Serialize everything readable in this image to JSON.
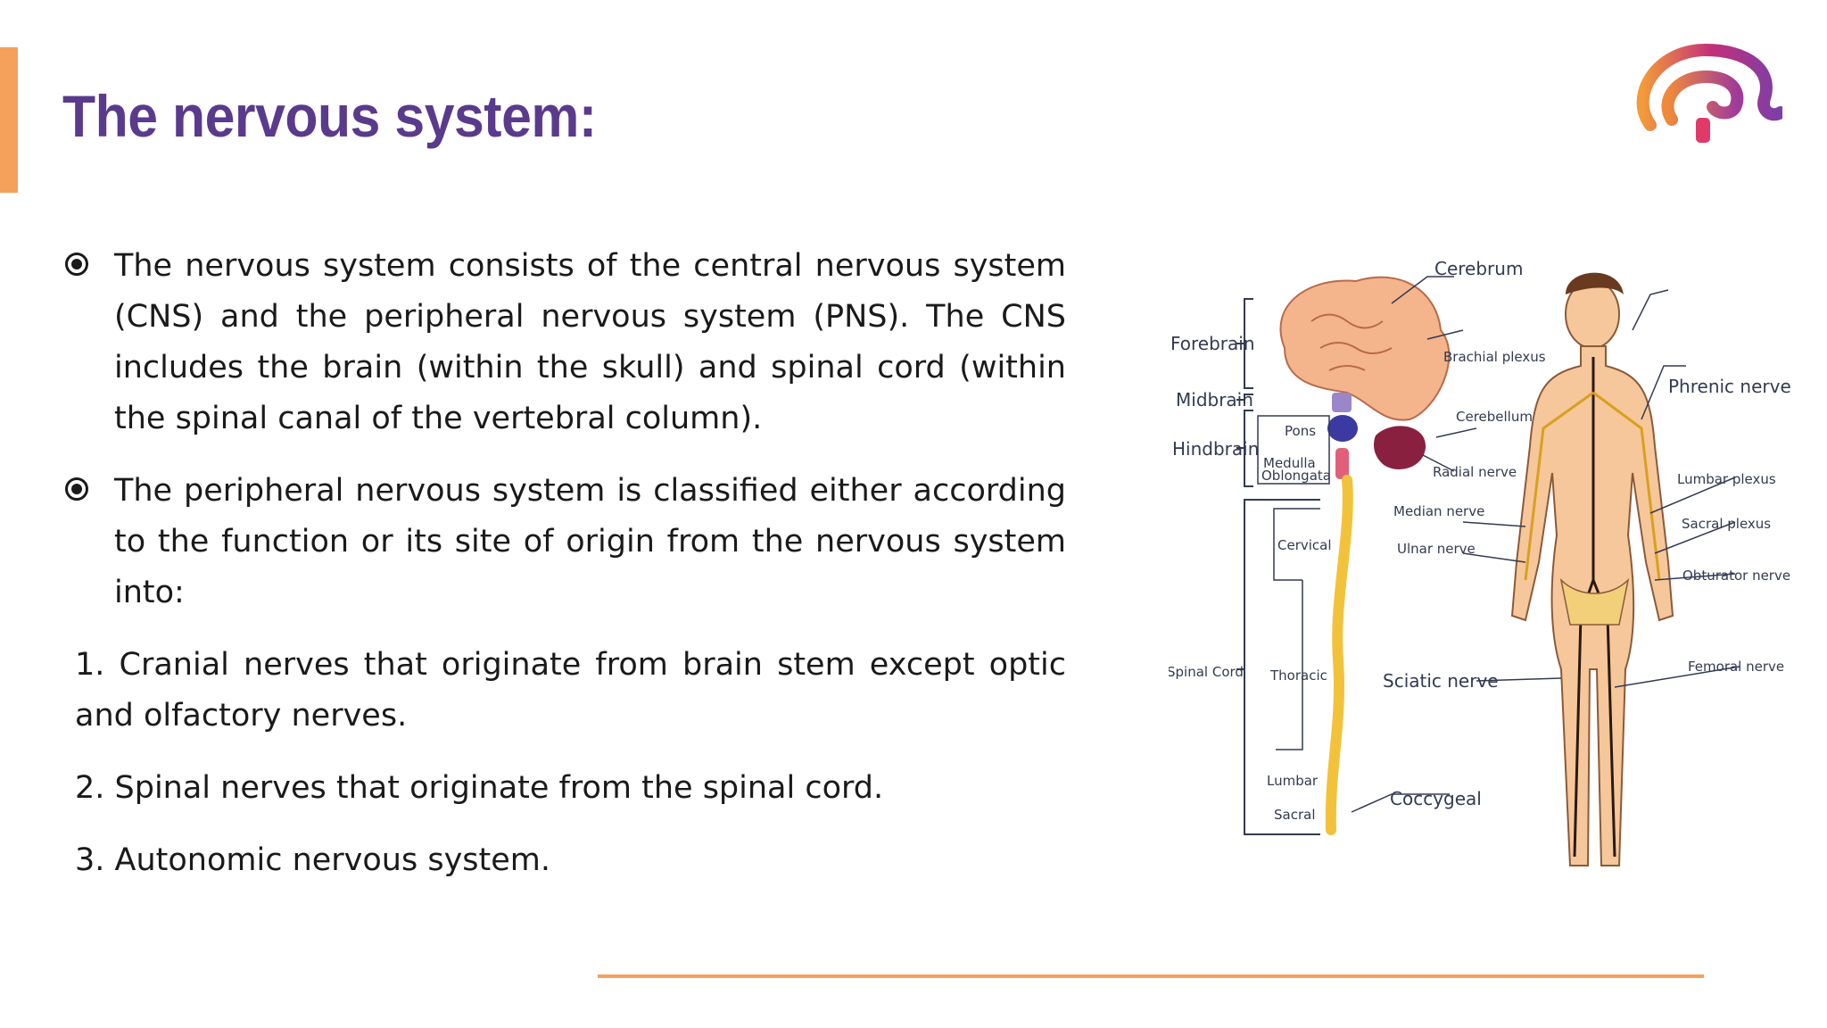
{
  "slide": {
    "title": "The nervous system:"
  },
  "bullets": [
    "The nervous system consists of the central nervous system (CNS) and the peripheral nervous system (PNS). The CNS includes the brain (within the skull) and spinal cord (within the spinal canal of the vertebral column).",
    "The peripheral nervous system is classified either according to the function or its site of origin from the nervous system into:"
  ],
  "numbered": [
    "1. Cranial nerves that originate from brain stem except optic and olfactory nerves.",
    "2. Spinal nerves that originate from the spinal cord.",
    "3. Autonomic nervous system."
  ],
  "diagram_labels": {
    "cerebrum": "Cerebrum",
    "forebrain": "Forebrain",
    "midbrain": "Midbrain",
    "hindbrain": "Hindbrain",
    "pons": "Pons",
    "medulla_1": "Medulla",
    "medulla_2": "Oblongata",
    "cerebellum": "Cerebellum",
    "brachial_plexus": "Brachial plexus",
    "phrenic_nerve": "Phrenic nerve",
    "radial_nerve": "Radial nerve",
    "median_nerve": "Median nerve",
    "ulnar_nerve": "Ulnar nerve",
    "cervical": "Cervical",
    "thoracic": "Thoracic",
    "spinal_cord": "Spinal Cord",
    "lumbar": "Lumbar",
    "sacral": "Sacral",
    "coccygeal": "Coccygeal",
    "sciatic_nerve": "Sciatic nerve",
    "lumbar_plexus": "Lumbar plexus",
    "sacral_plexus": "Sacral plexus",
    "obturator_nerve": "Obturator nerve",
    "femoral_nerve": "Femoral nerve"
  },
  "colors": {
    "accent": "#f5a15c",
    "title": "#5a3a8c",
    "brain": "#f4b48c",
    "midbrain": "#9a86c8",
    "pons": "#3b3aa0",
    "medulla": "#e0607a",
    "cerebellum": "#8a2040",
    "spinal_cord": "#f2c33a",
    "skin": "#f6c79a"
  },
  "icons": {
    "bullet": "radio-bullet-icon",
    "logo": "brand-logo-icon"
  }
}
